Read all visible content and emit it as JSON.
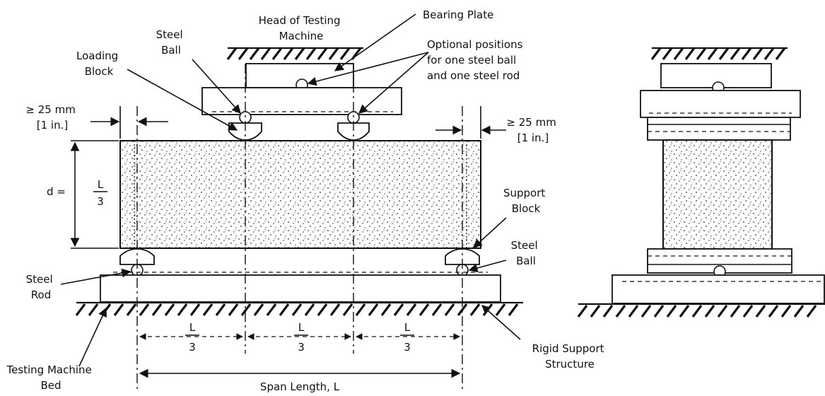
{
  "labels": {
    "head": [
      "Head of Testing",
      "Machine"
    ],
    "bearing_plate": "Bearing Plate",
    "steel_ball_top": [
      "Steel",
      "Ball"
    ],
    "loading_block": [
      "Loading",
      "Block"
    ],
    "optional": [
      "Optional positions",
      "for one steel ball",
      "and one steel rod"
    ],
    "clear_left": [
      "≥ 25 mm",
      "[1 in.]"
    ],
    "clear_right": [
      "≥ 25 mm",
      "[1 in.]"
    ],
    "depth_d": "d =",
    "frac_num": "L",
    "frac_den": "3",
    "support_block": [
      "Support",
      "Block"
    ],
    "steel_ball_bottom": [
      "Steel",
      "Ball"
    ],
    "steel_rod": [
      "Steel",
      "Rod"
    ],
    "rigid_support": [
      "Rigid Support",
      "Structure"
    ],
    "machine_bed": [
      "Testing Machine",
      "Bed"
    ],
    "span": "Span Length, L"
  }
}
